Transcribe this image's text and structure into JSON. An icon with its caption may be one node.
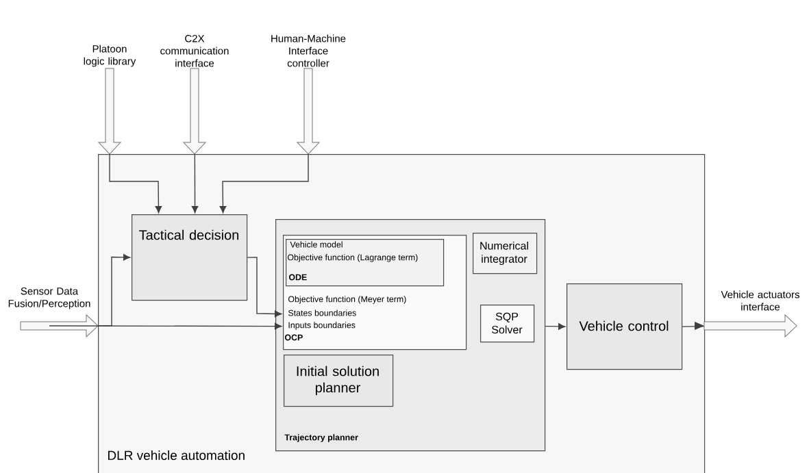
{
  "diagram": {
    "nodes": [
      {
        "text": [
          "DLR vehicle automation"
        ]
      },
      {
        "text": [
          "Tactical decision"
        ],
        "in": 0
      },
      {
        "text": [
          "Trajectory planner"
        ],
        "in": 0
      },
      {
        "text": [
          "Objective function (Meyer term)",
          "States boundaries",
          "Inputs boundaries",
          "OCP"
        ],
        "in": 2
      },
      {
        "text": [
          "Vehicle model",
          "Objective function (Lagrange term)",
          "ODE"
        ],
        "in": 3
      },
      {
        "text": [
          "Numerical integrator"
        ],
        "in": 2
      },
      {
        "text": [
          "SQP Solver"
        ],
        "in": 2
      },
      {
        "text": [
          "Initial solution planner"
        ],
        "in": 2
      },
      {
        "text": [
          "Vehicle control"
        ],
        "in": 0
      },
      {
        "text": [
          "Platoon logic library"
        ]
      },
      {
        "text": [
          "C2X communication interface"
        ]
      },
      {
        "text": [
          "Human-Machine Interface controller"
        ]
      },
      {
        "text": [
          "Sensor Data Fusion/Perception"
        ]
      },
      {
        "text": [
          "Vehicle actuators interface"
        ]
      }
    ],
    "edges": [
      {
        "from": 9,
        "to": 1,
        "arrow": "to"
      },
      {
        "from": 10,
        "to": 1,
        "arrow": "to"
      },
      {
        "from": 11,
        "to": 1,
        "arrow": "to"
      },
      {
        "from": 12,
        "to": 1,
        "arrow": "to"
      },
      {
        "from": 12,
        "to": 3,
        "arrow": "to"
      },
      {
        "from": 1,
        "to": 3,
        "arrow": "to"
      },
      {
        "from": 2,
        "to": 8,
        "arrow": "to"
      },
      {
        "from": 8,
        "to": 13,
        "arrow": "to"
      }
    ]
  }
}
